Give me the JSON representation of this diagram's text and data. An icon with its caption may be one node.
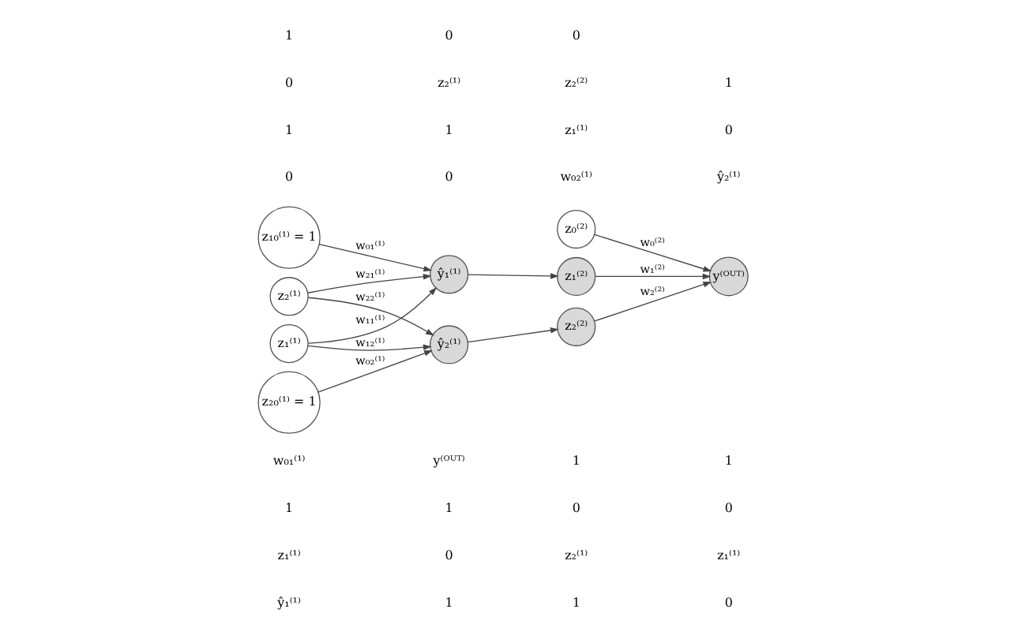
{
  "diagram": {
    "nodes": [
      {
        "text": [
          "z₁₀⁽¹⁾ = 1"
        ]
      },
      {
        "text": [
          "z₁⁽¹⁾"
        ]
      },
      {
        "text": [
          "z₂⁽¹⁾"
        ]
      },
      {
        "text": [
          "z₂₀⁽¹⁾ = 1"
        ]
      },
      {
        "text": [
          "ŷ₁⁽¹⁾"
        ]
      },
      {
        "text": [
          "ŷ₂⁽¹⁾"
        ]
      },
      {
        "text": [
          "z₀⁽²⁾"
        ]
      },
      {
        "text": [
          "z₁⁽²⁾"
        ]
      },
      {
        "text": [
          "z₂⁽²⁾"
        ]
      },
      {
        "text": [
          "y⁽ᴼᵁᵀ⁾"
        ]
      }
    ],
    "edges": [
      {
        "from": 0,
        "to": 4,
        "arrow": "to",
        "label": "w₀₁⁽¹⁾"
      },
      {
        "from": 1,
        "to": 4,
        "arrow": "to",
        "label": "w₁₁⁽¹⁾"
      },
      {
        "from": 1,
        "to": 5,
        "arrow": "to",
        "label": "w₁₂⁽¹⁾"
      },
      {
        "from": 2,
        "to": 4,
        "arrow": "to",
        "label": "w₂₁⁽¹⁾"
      },
      {
        "from": 2,
        "to": 5,
        "arrow": "to",
        "label": "w₂₂⁽¹⁾"
      },
      {
        "from": 3,
        "to": 5,
        "arrow": "to",
        "label": "w₀₂⁽¹⁾"
      },
      {
        "from": 4,
        "to": 7,
        "arrow": "to"
      },
      {
        "from": 5,
        "to": 8,
        "arrow": "to"
      },
      {
        "from": 6,
        "to": 9,
        "arrow": "to",
        "label": "w₀⁽²⁾"
      },
      {
        "from": 7,
        "to": 9,
        "arrow": "to",
        "label": "w₁⁽²⁾"
      },
      {
        "from": 8,
        "to": 9,
        "arrow": "to",
        "label": "w₂⁽²⁾"
      }
    ],
    "labels": [
      "ŷ₁⁽¹⁾",
      "1",
      "1",
      "0",
      "z₁⁽¹⁾",
      "0",
      "z₂⁽¹⁾",
      "z₁⁽¹⁾",
      "1",
      "1",
      "0",
      "0",
      "w₀₁⁽¹⁾",
      "y⁽ᴼᵁᵀ⁾",
      "1",
      "1",
      "0",
      "0",
      "w₀₂⁽¹⁾",
      "ŷ₂⁽¹⁾",
      "1",
      "1",
      "z₁⁽¹⁾",
      "0",
      "0",
      "z₂⁽¹⁾",
      "z₂⁽²⁾",
      "1",
      "1",
      "0",
      "0"
    ]
  }
}
